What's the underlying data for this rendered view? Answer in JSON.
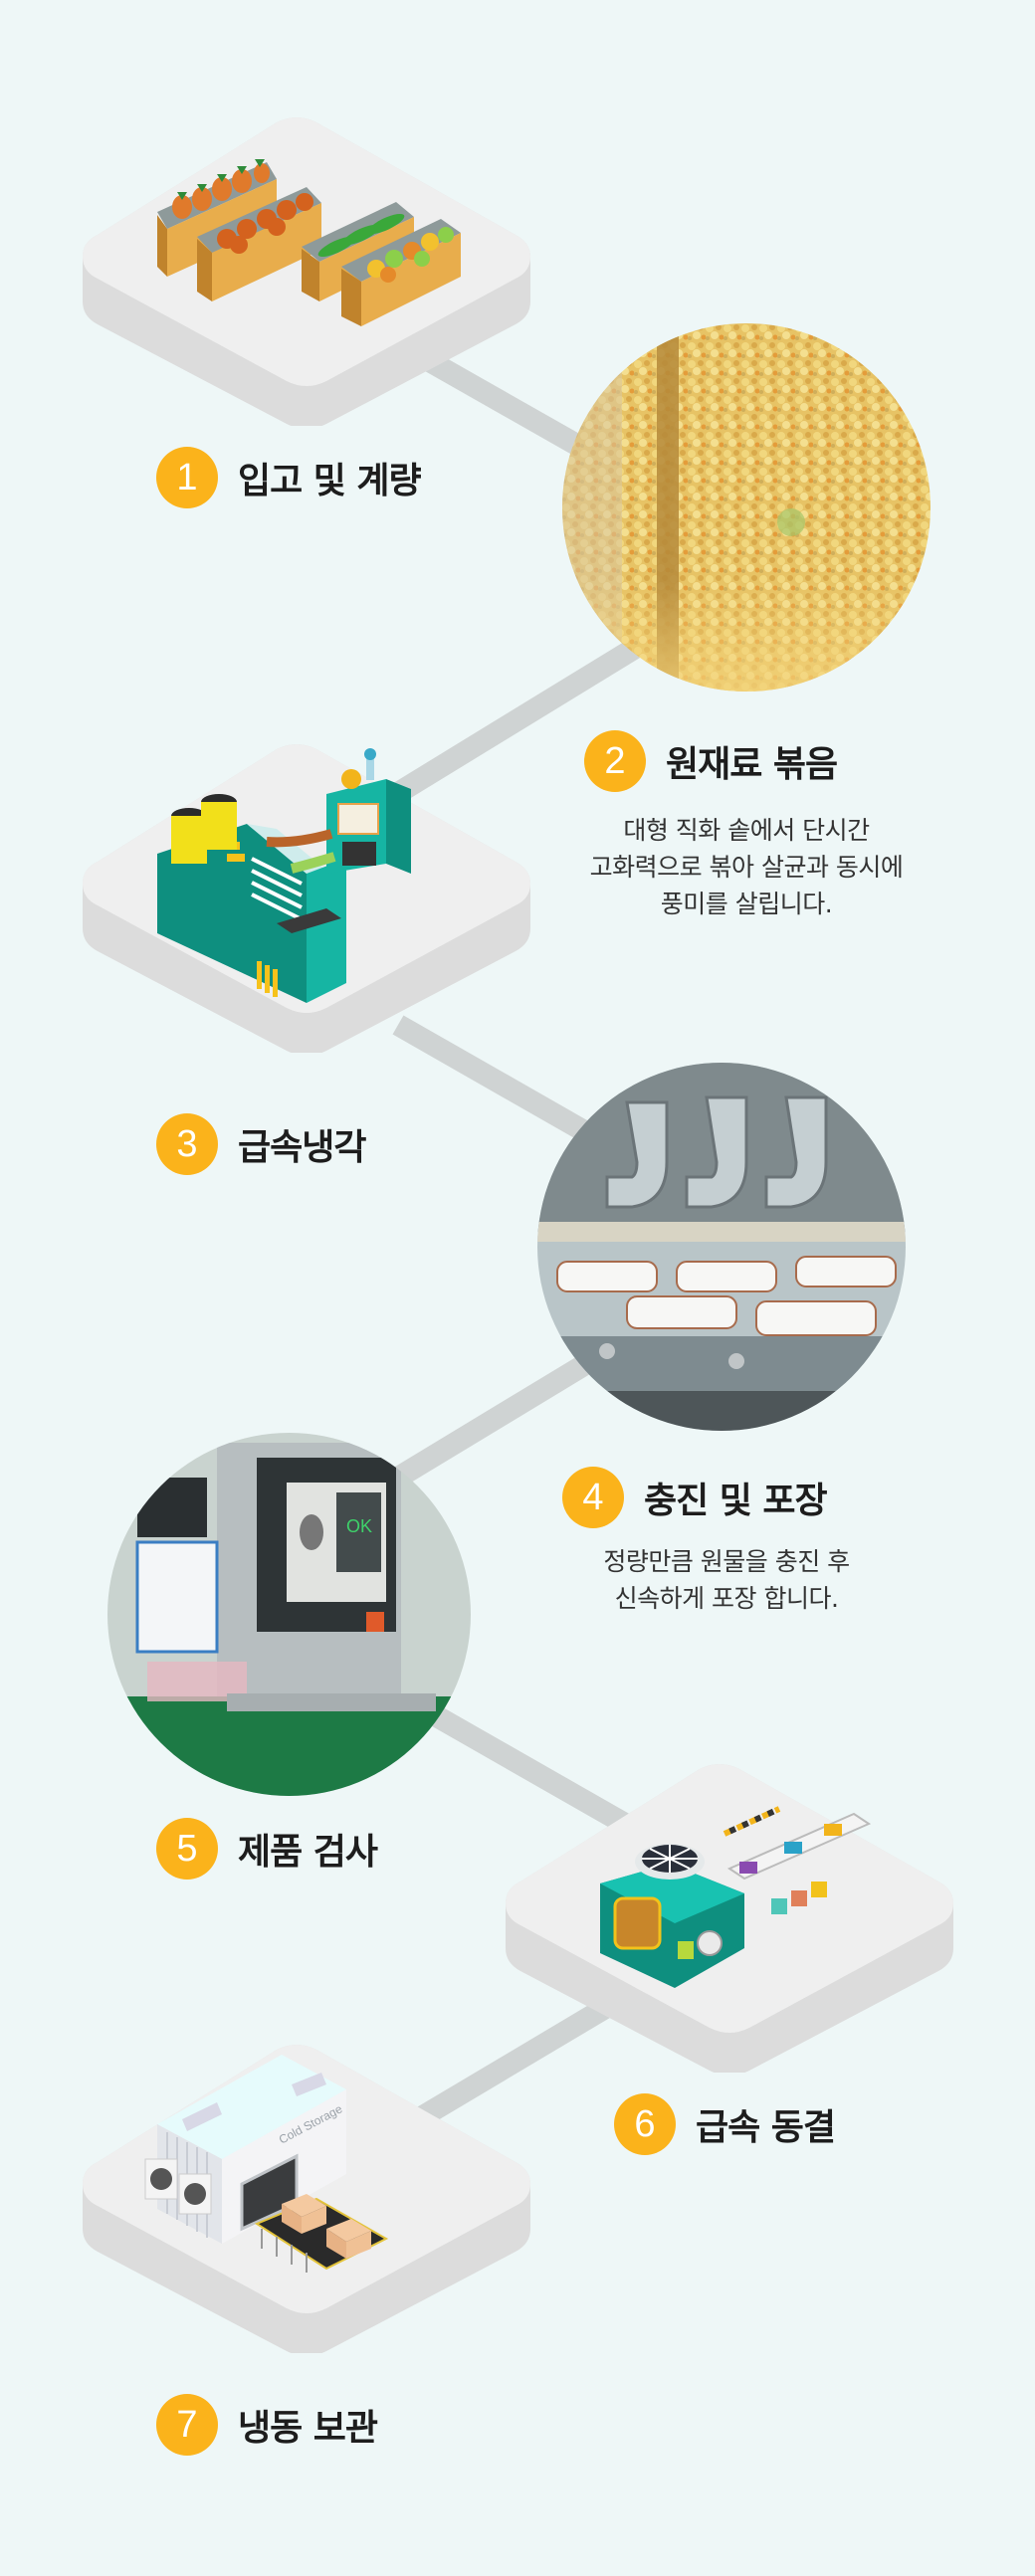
{
  "page": {
    "background": "#eef7f7",
    "accent": "#fbb31b",
    "connector_color": "#cfd3d3",
    "platform_top": "#efefef",
    "platform_side": "#dcdcdc"
  },
  "steps": [
    {
      "number": "1",
      "title": "입고 및 계량",
      "description": "",
      "visual": "isometric-platform-produce-crates"
    },
    {
      "number": "2",
      "title": "원재료 볶음",
      "description_lines": [
        "대형 직화 솥에서 단시간",
        "고화력으로 볶아 살균과 동시에",
        "풍미를 살립니다."
      ],
      "visual": "photo-roasting-grains"
    },
    {
      "number": "3",
      "title": "급속냉각",
      "description": "",
      "visual": "isometric-platform-cooling-machine"
    },
    {
      "number": "4",
      "title": "충진 및 포장",
      "description_lines": [
        "정량만큼 원물을 충진 후",
        "신속하게 포장 합니다."
      ],
      "visual": "photo-filling-machine"
    },
    {
      "number": "5",
      "title": "제품 검사",
      "description": "",
      "visual": "photo-xray-inspection",
      "screen_text": "OK"
    },
    {
      "number": "6",
      "title": "급속 동결",
      "description": "",
      "visual": "isometric-platform-freezer-conveyor"
    },
    {
      "number": "7",
      "title": "냉동 보관",
      "description": "",
      "visual": "isometric-platform-cold-storage",
      "building_label": "Cold Storage"
    }
  ]
}
